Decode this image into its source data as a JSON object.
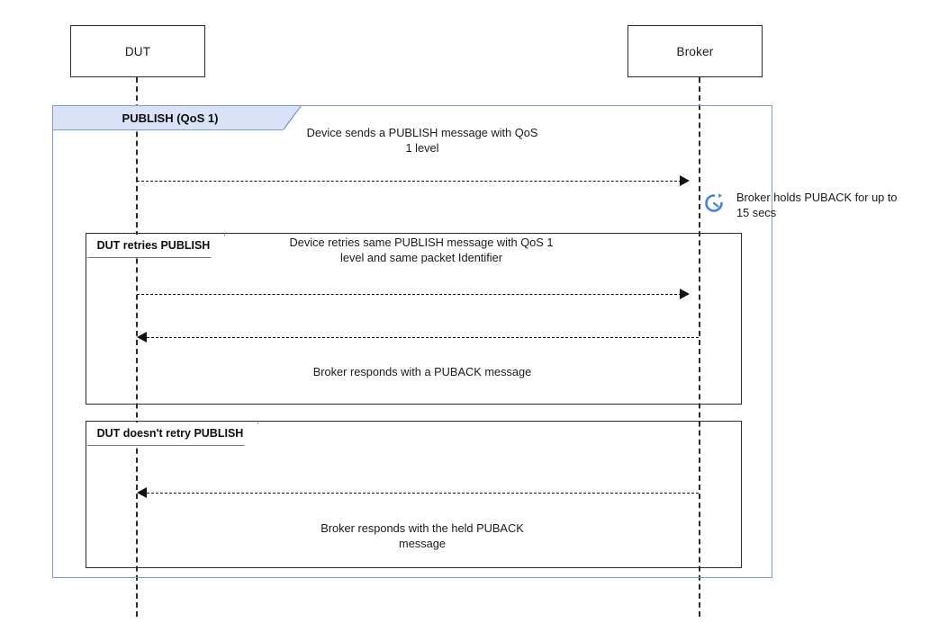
{
  "diagram": {
    "type": "sequence-diagram",
    "participants": [
      {
        "id": "dut",
        "label": "DUT"
      },
      {
        "id": "broker",
        "label": "Broker"
      }
    ],
    "outer_frame": {
      "label": "PUBLISH (QoS 1)",
      "border_color": "#8098d4",
      "label_fill": "#d9e2f7"
    },
    "fragments": [
      {
        "id": "retry",
        "label": "DUT retries PUBLISH"
      },
      {
        "id": "noretry",
        "label": "DUT doesn't retry PUBLISH"
      }
    ],
    "messages": [
      {
        "id": "publish-1",
        "from": "dut",
        "to": "broker",
        "direction": "right",
        "style": "dashed",
        "caption": "Device sends a PUBLISH message with QoS 1 level"
      },
      {
        "id": "publish-retry",
        "from": "dut",
        "to": "broker",
        "direction": "right",
        "style": "dashed",
        "caption": "Device retries same PUBLISH message with QoS 1 level and same packet Identifier"
      },
      {
        "id": "puback-1",
        "from": "broker",
        "to": "dut",
        "direction": "left",
        "style": "dashed",
        "caption": "Broker responds with a PUBACK message"
      },
      {
        "id": "puback-held",
        "from": "broker",
        "to": "dut",
        "direction": "left",
        "style": "dashed",
        "caption": "Broker responds with the held PUBACK message"
      }
    ],
    "notes": [
      {
        "id": "timer-note",
        "icon": "timer-icon",
        "icon_color": "#3d85e0",
        "text": "Broker holds PUBACK for up to 15 secs"
      }
    ]
  }
}
